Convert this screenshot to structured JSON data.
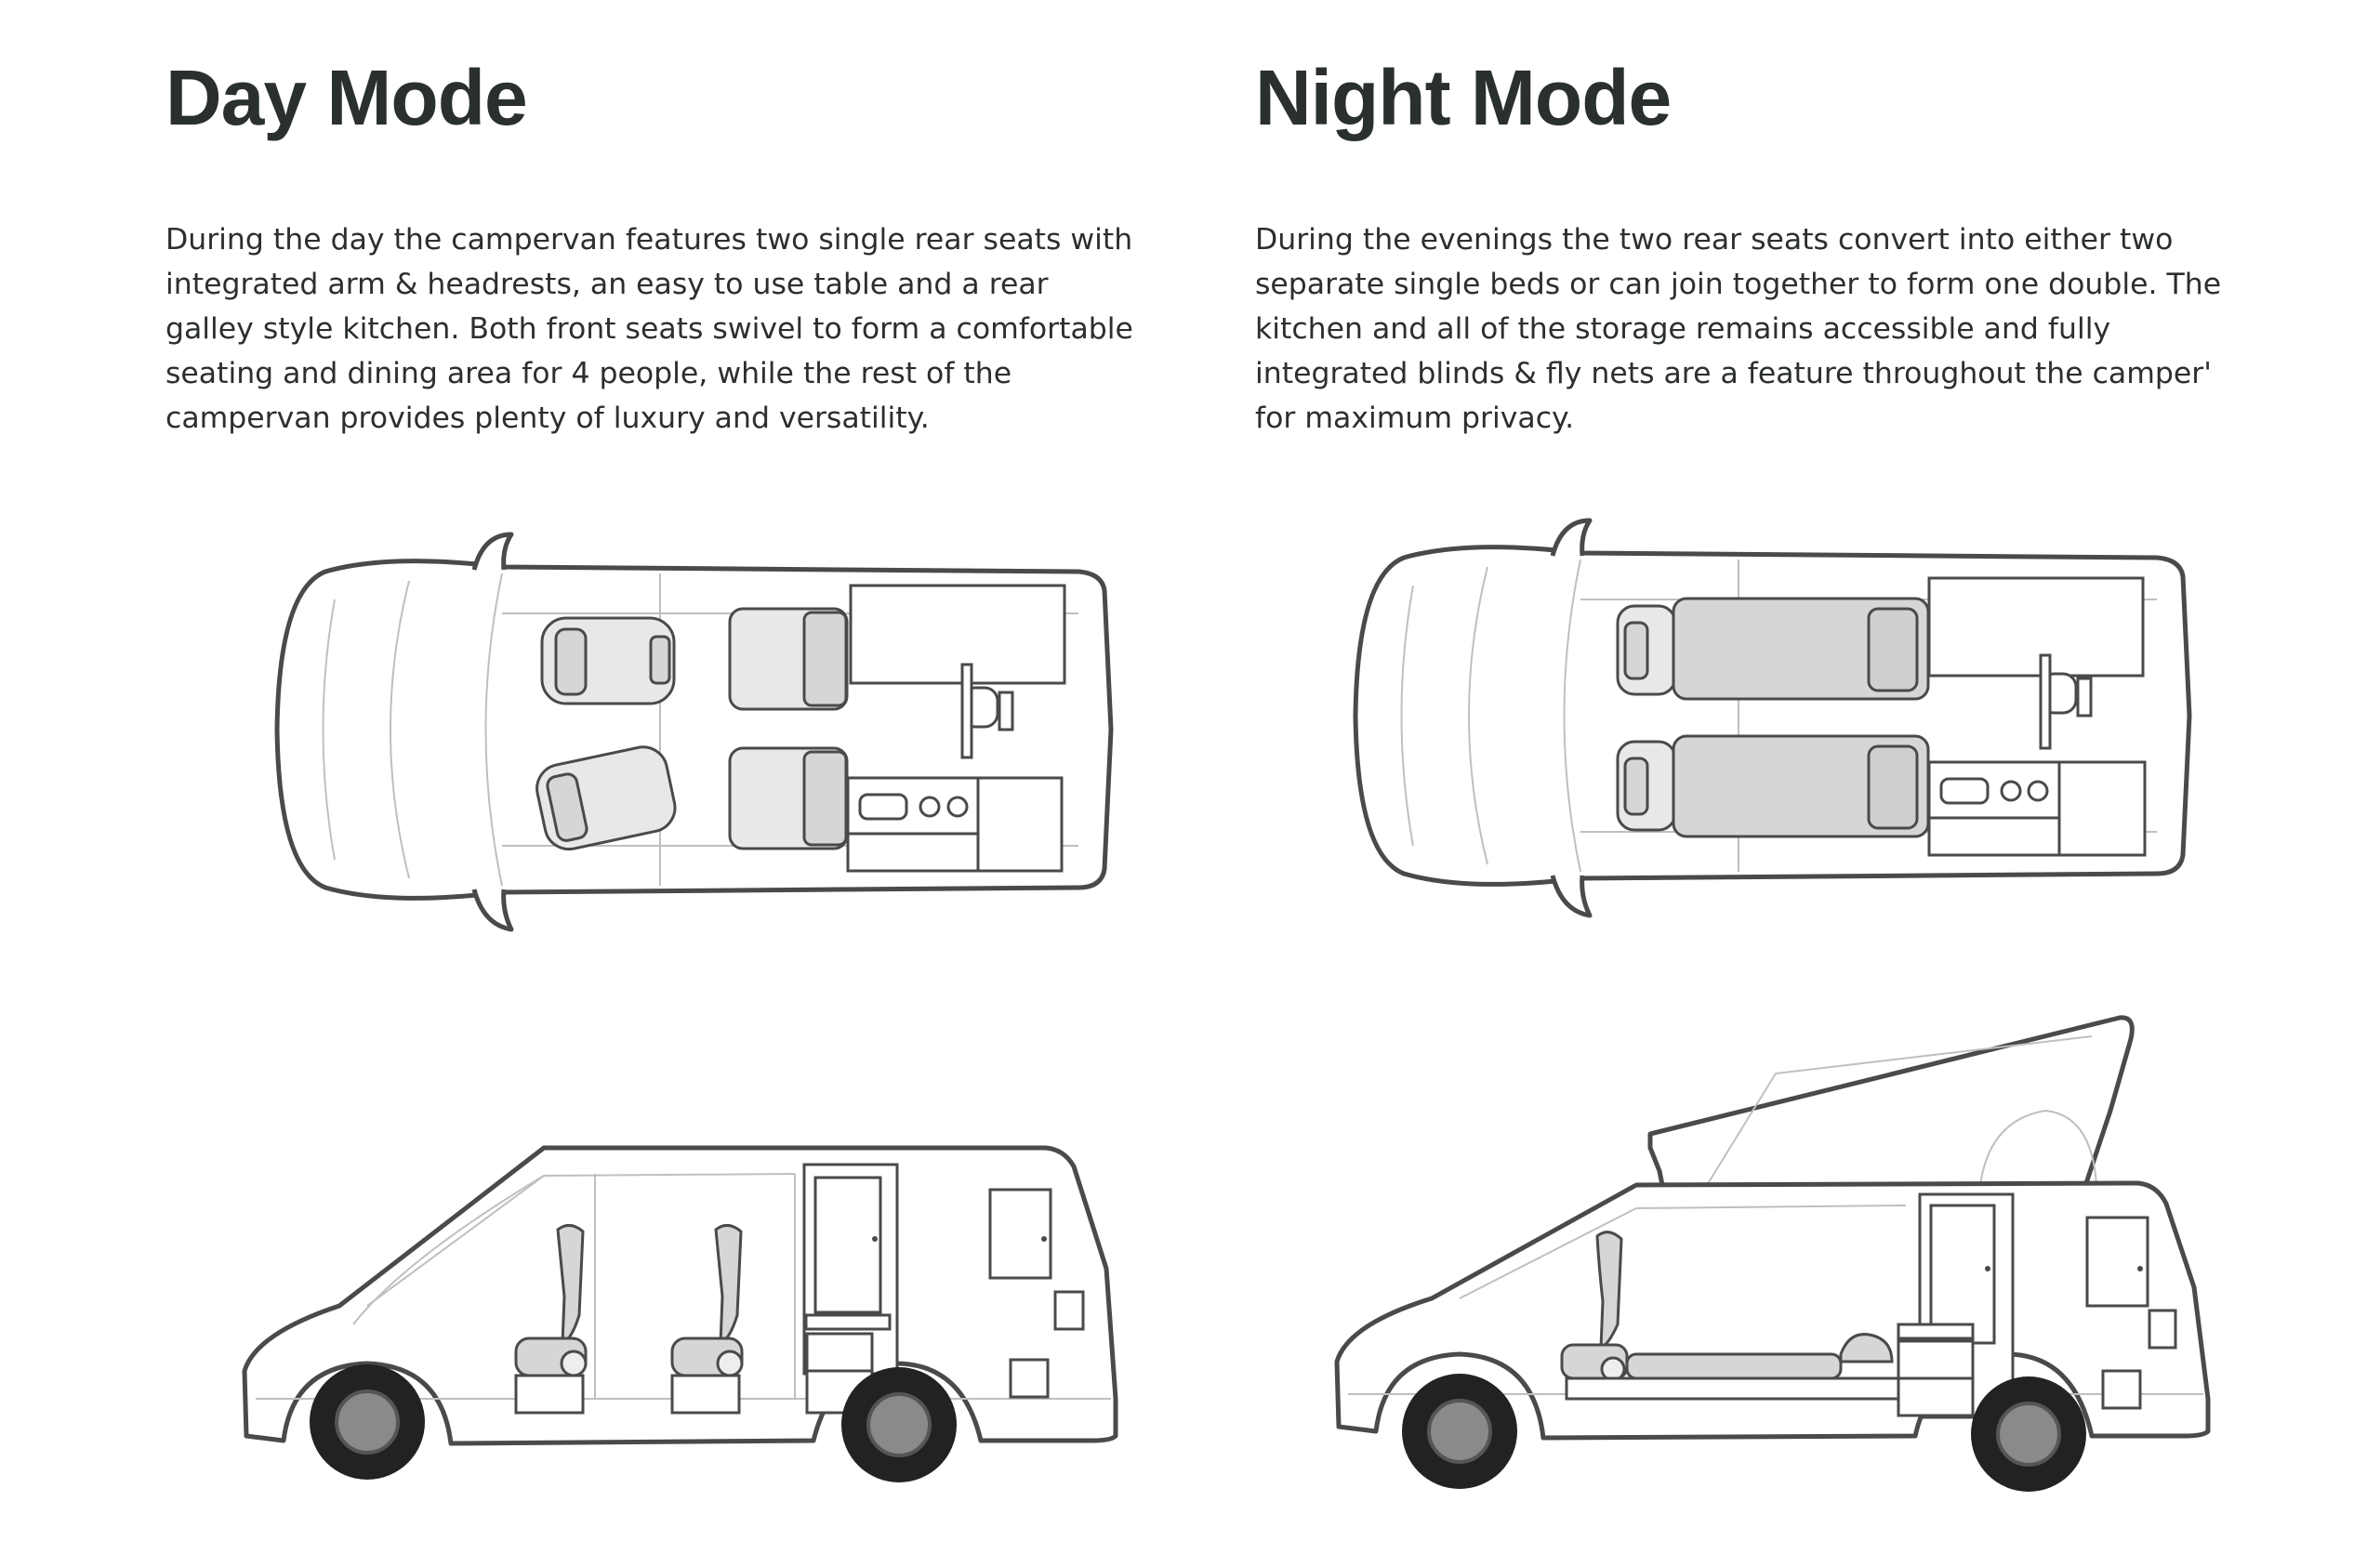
{
  "day": {
    "title": "Day Mode",
    "description": "During the day the campervan features two single rear seats with integrated arm & headrests, an easy to use table and a rear galley style kitchen. Both front seats swivel to form a comfortable seating and dining area for 4 people, while the rest of the campervan provides plenty of luxury and versatility."
  },
  "night": {
    "title": "Night Mode",
    "description": "During the evenings the two rear seats convert into either two separate single beds or can join together to form one double. The kitchen and all of the storage remains accessible and fully integrated blinds & fly nets are a feature throughout the camper' for maximum privacy."
  },
  "colors": {
    "heading": "#2a302e",
    "text": "#2b2f2e",
    "outline": "#4a4a4a",
    "seat_fill": "#d6d6d6",
    "tyre": "#222222"
  },
  "icons": {
    "day_top": "campervan-top-view-day-illustration",
    "day_side": "campervan-side-view-day-illustration",
    "night_top": "campervan-top-view-night-illustration",
    "night_side": "campervan-side-view-poptop-illustration"
  }
}
